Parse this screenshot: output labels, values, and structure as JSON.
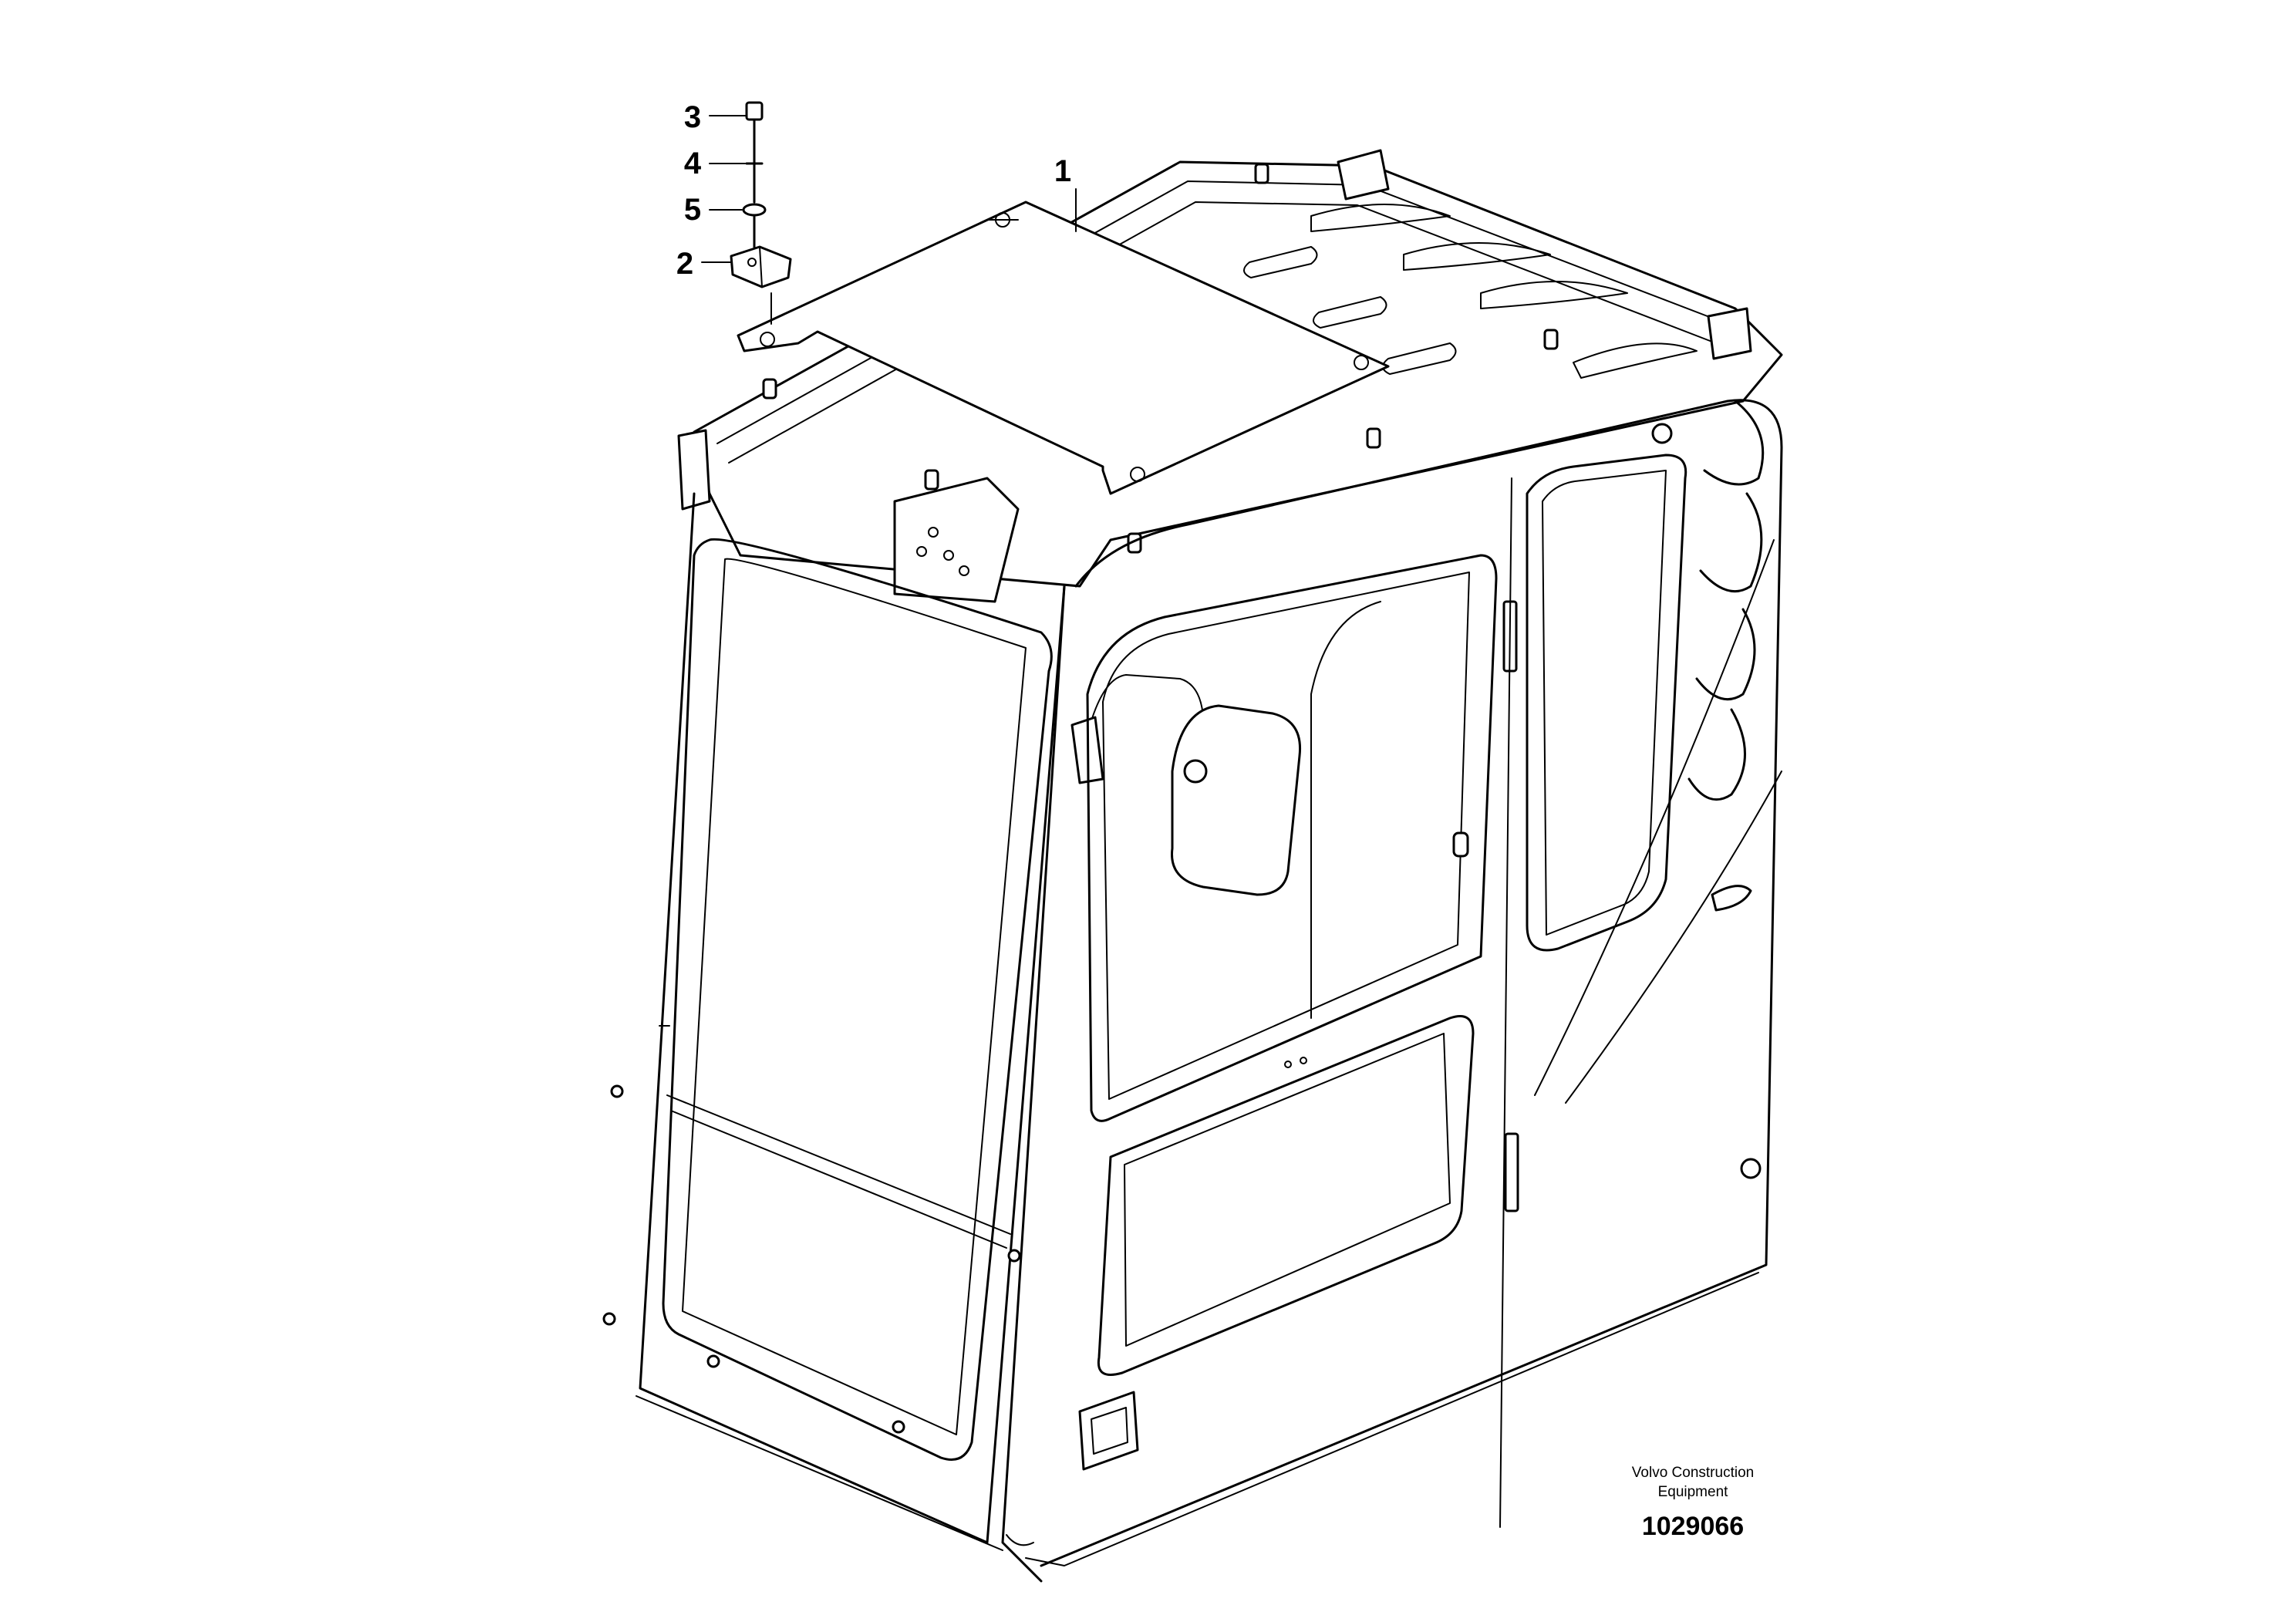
{
  "callouts": [
    {
      "id": "1",
      "label": "1"
    },
    {
      "id": "2",
      "label": "2"
    },
    {
      "id": "3",
      "label": "3"
    },
    {
      "id": "4",
      "label": "4"
    },
    {
      "id": "5",
      "label": "5"
    }
  ],
  "footer": {
    "company_line1": "Volvo Construction",
    "company_line2": "Equipment",
    "document_number": "1029066"
  }
}
